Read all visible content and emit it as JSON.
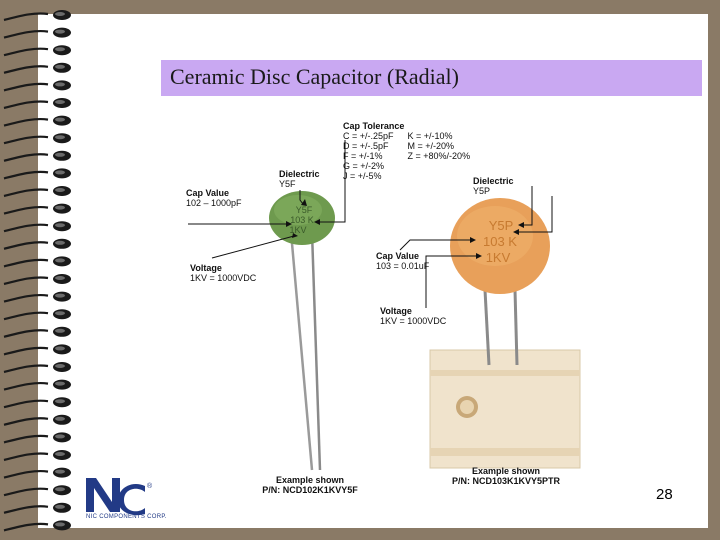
{
  "slide": {
    "title": "Ceramic Disc Capacitor (Radial)",
    "page_number": "28",
    "title_bar_color": "#c9a8f2"
  },
  "left_cap": {
    "body_text": [
      "Y5F",
      "103 K",
      "1KV"
    ],
    "dielectric": {
      "title": "Dielectric",
      "value": "Y5F"
    },
    "cap_value": {
      "title": "Cap Value",
      "value": "102 – 1000pF"
    },
    "voltage": {
      "title": "Voltage",
      "value": "1KV = 1000VDC"
    },
    "example": {
      "title": "Example shown",
      "pn": "P/N: NCD102K1KVY5F"
    },
    "color": "#6e9a4e"
  },
  "right_cap": {
    "body_text": [
      "Y5P",
      "103 K",
      "1KV"
    ],
    "dielectric": {
      "title": "Dielectric",
      "value": "Y5P"
    },
    "cap_value": {
      "title": "Cap Value",
      "value": "103 = 0.01uF"
    },
    "voltage": {
      "title": "Voltage",
      "value": "1KV = 1000VDC"
    },
    "example": {
      "title": "Example shown",
      "pn": "P/N: NCD103K1KVY5PTR"
    },
    "color": "#e8a05a"
  },
  "tolerance": {
    "title": "Cap Tolerance",
    "left_col": [
      "C = +/-.25pF",
      "D = +/-.5pF",
      "F = +/-1%",
      "G = +/-2%",
      "J = +/-5%"
    ],
    "right_col": [
      "K = +/-10%",
      "M = +/-20%",
      "Z = +80%/-20%"
    ]
  },
  "logo": {
    "letters": "Nc",
    "registered": "®",
    "company": "NIC COMPONENTS CORP.",
    "color": "#223a86"
  }
}
